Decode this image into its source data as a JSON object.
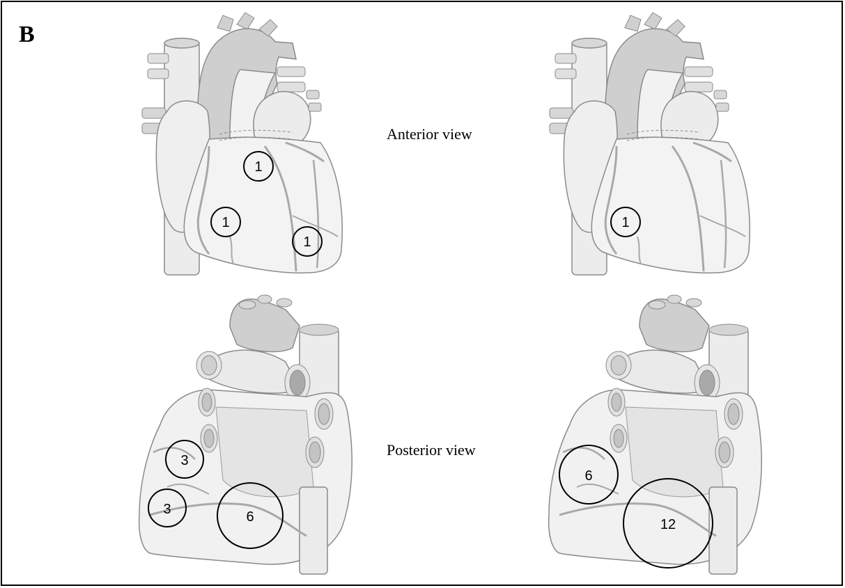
{
  "panel_label": "B",
  "views": {
    "anterior_label": "Anterior view",
    "posterior_label": "Posterior view"
  },
  "colors": {
    "tissue_fill": "#eeeeee",
    "tissue_dark": "#c8c8c8",
    "vessel_fill": "#e6e6e6",
    "outline": "#8a8a8a",
    "marker_stroke": "#000000"
  },
  "markers": {
    "anterior_left": [
      "1",
      "1",
      "1"
    ],
    "anterior_right": [
      "1"
    ],
    "posterior_left": [
      "3",
      "3",
      "6"
    ],
    "posterior_right": [
      "6",
      "12"
    ]
  }
}
